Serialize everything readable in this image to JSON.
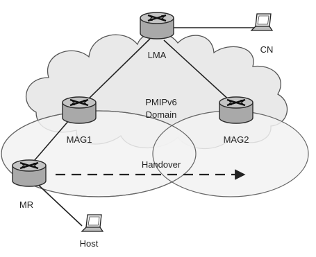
{
  "colors": {
    "cloud_fill": "#e9e9e9",
    "cloud_stroke": "#555555",
    "coverage_fill": "#f2f2f2",
    "coverage_stroke": "#666666",
    "router_fill": "#a9a9a9",
    "router_stroke": "#2a2a2a",
    "line": "#222222"
  },
  "nodes": {
    "lma": {
      "label": "LMA",
      "icon": "router-icon"
    },
    "mag1": {
      "label": "MAG1",
      "icon": "router-icon"
    },
    "mag2": {
      "label": "MAG2",
      "icon": "router-icon"
    },
    "mr": {
      "label": "MR",
      "icon": "router-icon"
    },
    "cn": {
      "label": "CN",
      "icon": "laptop-icon"
    },
    "host": {
      "label": "Host",
      "icon": "laptop-icon"
    }
  },
  "domain_label": {
    "line1": "PMIPv6",
    "line2": "Domain"
  },
  "handover_label": "Handover"
}
